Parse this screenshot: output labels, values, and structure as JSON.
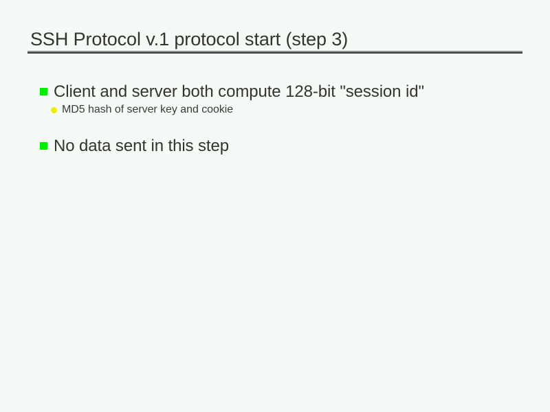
{
  "slide": {
    "title": "SSH Protocol v.1 protocol start (step 3)",
    "background_color": "#f5faf7",
    "title_color": "#34342f",
    "rule_color": "#8c9691",
    "rule_shadow_color": "#3c3c3a",
    "marker_level1_color": "#00ee00",
    "marker_level2_color": "#eeee00",
    "bullets": [
      {
        "level": 1,
        "marker": "square-bullet-icon",
        "text": "Client and server both compute 128-bit \"session id\""
      },
      {
        "level": 2,
        "marker": "dot-bullet-icon",
        "text": "MD5 hash of server key and cookie"
      },
      {
        "level": 1,
        "marker": "square-bullet-icon",
        "text": "No data sent in this step"
      }
    ]
  }
}
